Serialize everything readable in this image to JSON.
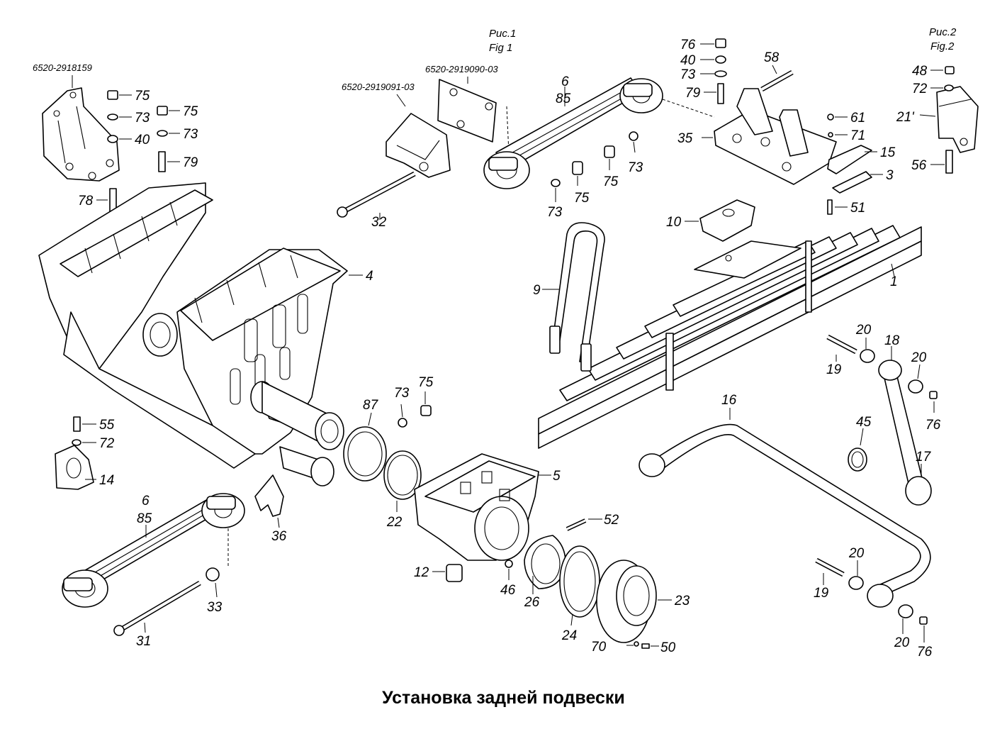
{
  "title": "Установка задней подвески",
  "figures": [
    "Рис.1",
    "Fig 1",
    "Рис.2",
    "Fig.2"
  ],
  "part_codes": [
    "6520-2918159",
    "6520-2919090-03",
    "6520-2919091-03"
  ],
  "callouts": [
    "75",
    "73",
    "40",
    "75",
    "73",
    "79",
    "78",
    "32",
    "6",
    "85",
    "75",
    "75",
    "73",
    "73",
    "76",
    "40",
    "73",
    "79",
    "58",
    "35",
    "48",
    "72",
    "21'",
    "56",
    "61",
    "71",
    "15",
    "3",
    "51",
    "10",
    "4",
    "9",
    "1",
    "20",
    "18",
    "19",
    "20",
    "76",
    "16",
    "45",
    "17",
    "87",
    "73",
    "75",
    "55",
    "72",
    "14",
    "5",
    "36",
    "22",
    "6",
    "85",
    "52",
    "12",
    "46",
    "26",
    "23",
    "24",
    "70",
    "50",
    "33",
    "31",
    "19",
    "20",
    "20",
    "76"
  ]
}
